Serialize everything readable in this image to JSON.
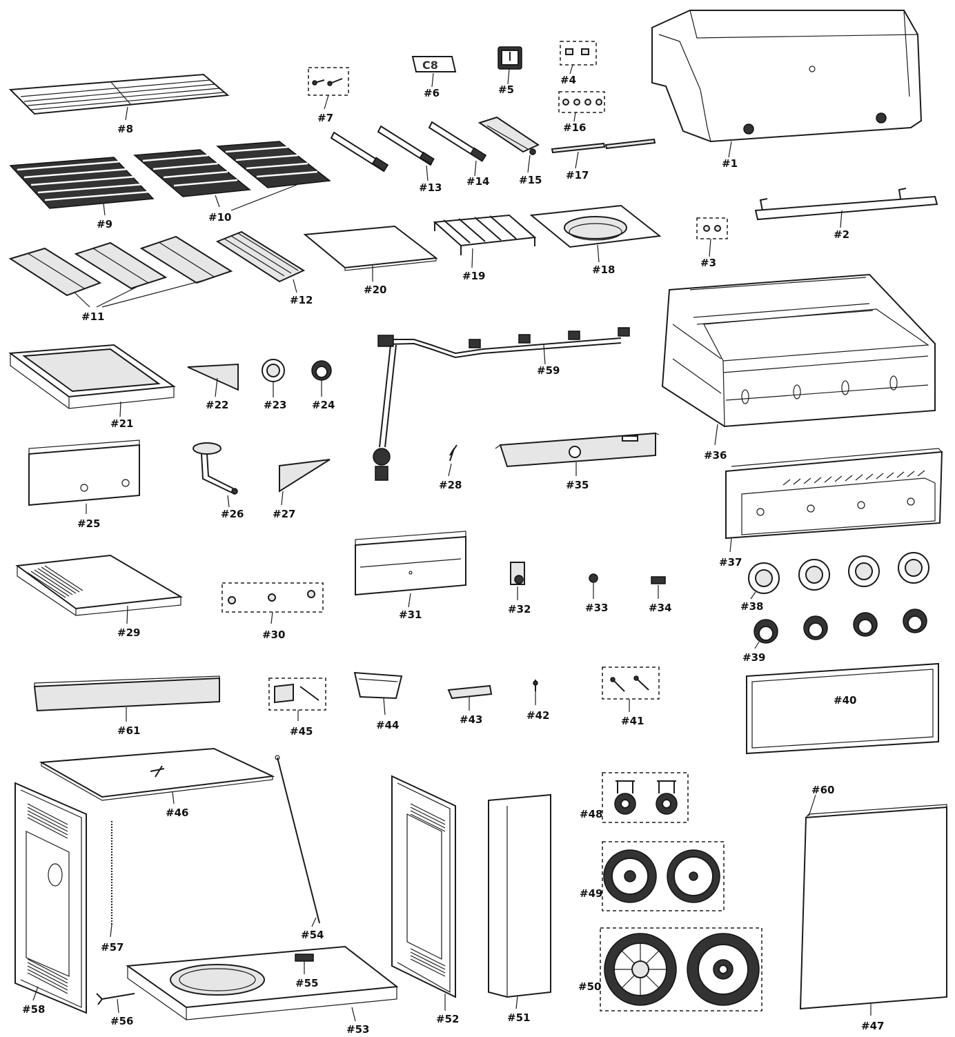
{
  "labels": {
    "p1": "#1",
    "p2": "#2",
    "p3": "#3",
    "p4": "#4",
    "p5": "#5",
    "p6": "#6",
    "p7": "#7",
    "p8": "#8",
    "p9": "#9",
    "p10": "#10",
    "p11": "#11",
    "p12": "#12",
    "p13": "#13",
    "p14": "#14",
    "p15": "#15",
    "p16": "#16",
    "p17": "#17",
    "p18": "#18",
    "p19": "#19",
    "p20": "#20",
    "p21": "#21",
    "p22": "#22",
    "p23": "#23",
    "p24": "#24",
    "p25": "#25",
    "p26": "#26",
    "p27": "#27",
    "p28": "#28",
    "p29": "#29",
    "p30": "#30",
    "p31": "#31",
    "p32": "#32",
    "p33": "#33",
    "p34": "#34",
    "p35": "#35",
    "p36": "#36",
    "p37": "#37",
    "p38": "#38",
    "p39": "#39",
    "p40": "#40",
    "p41": "#41",
    "p42": "#42",
    "p43": "#43",
    "p44": "#44",
    "p45": "#45",
    "p46": "#46",
    "p47": "#47",
    "p48": "#48",
    "p49": "#49",
    "p50": "#50",
    "p51": "#51",
    "p52": "#52",
    "p53": "#53",
    "p54": "#54",
    "p55": "#55",
    "p56": "#56",
    "p57": "#57",
    "p58": "#58",
    "p59": "#59",
    "p60": "#60",
    "p61": "#61"
  }
}
